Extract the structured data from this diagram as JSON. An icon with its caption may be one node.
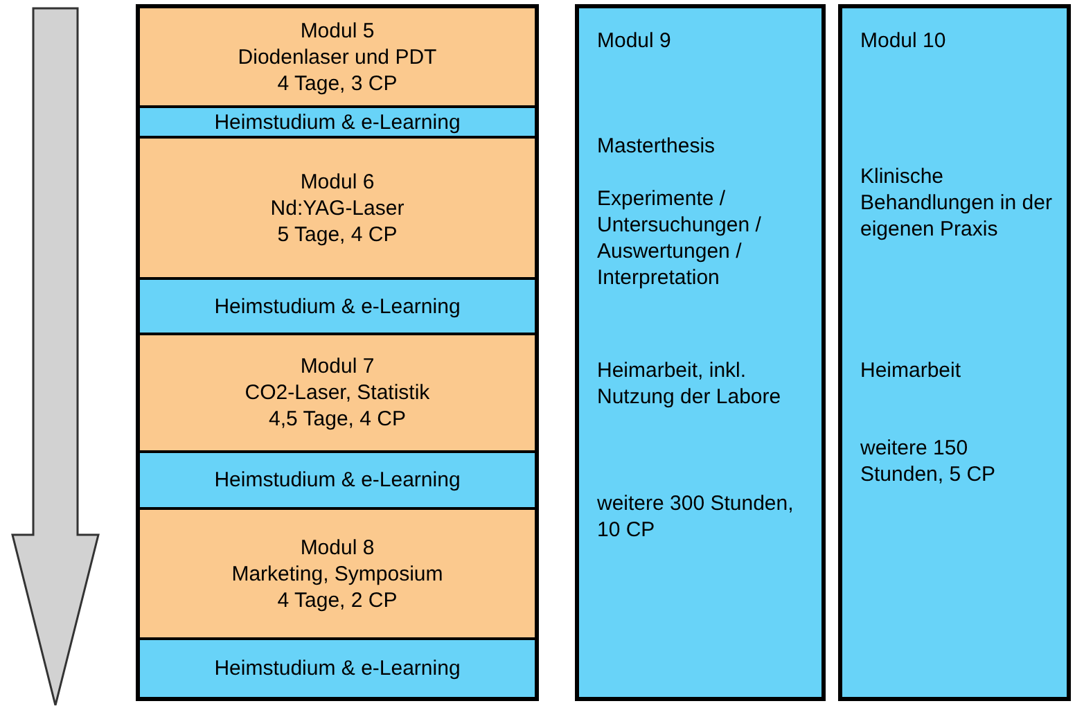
{
  "diagram": {
    "nodes": [
      {
        "text": [
          "Modul 5",
          "Diodenlaser und PDT",
          "4 Tage, 3 CP"
        ]
      },
      {
        "text": [
          "Heimstudium & e-Learning"
        ]
      },
      {
        "text": [
          "Modul 6",
          "Nd:YAG-Laser",
          "5 Tage, 4 CP"
        ]
      },
      {
        "text": [
          "Heimstudium & e-Learning"
        ]
      },
      {
        "text": [
          "Modul 7",
          "CO2-Laser, Statistik",
          "4,5 Tage, 4 CP"
        ]
      },
      {
        "text": [
          "Heimstudium & e-Learning"
        ]
      },
      {
        "text": [
          "Modul 8",
          "Marketing, Symposium",
          "4 Tage, 2 CP"
        ]
      },
      {
        "text": [
          "Heimstudium & e-Learning"
        ]
      },
      {
        "text": [
          "Modul 9",
          "Masterthesis",
          "Experimente / Untersuchungen / Auswertungen / Interpretation",
          "Heimarbeit, inkl. Nutzung der Labore",
          "weitere 300 Stunden, 10 CP"
        ]
      },
      {
        "text": [
          "Modul 10",
          "Klinische Behandlungen in der eigenen Praxis",
          "Heimarbeit",
          "weitere 150 Stunden, 5 CP"
        ]
      }
    ]
  }
}
